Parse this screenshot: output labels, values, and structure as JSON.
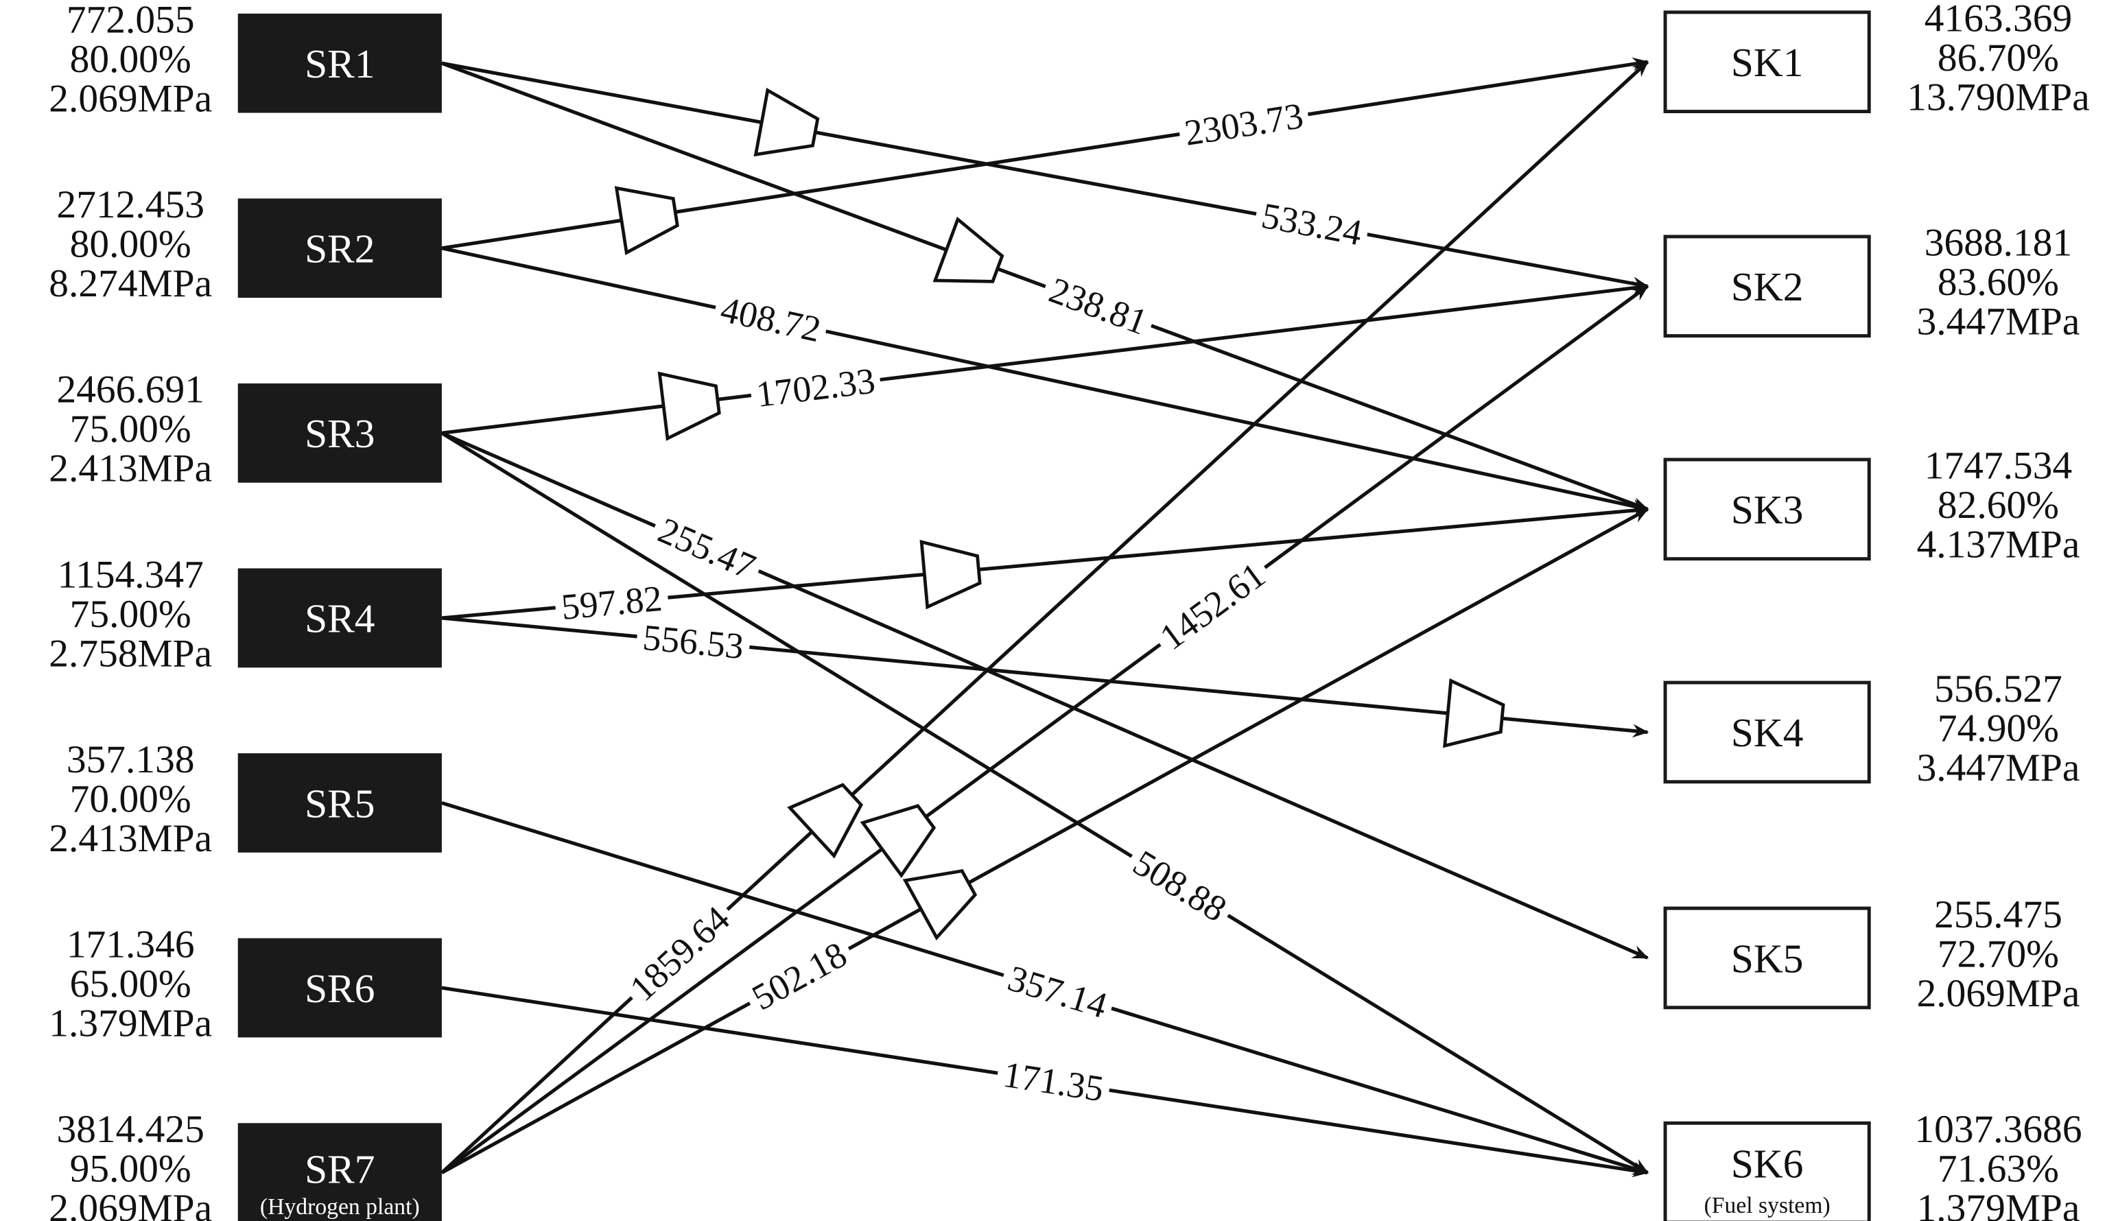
{
  "sources": [
    {
      "id": "SR1",
      "flow": "772.055",
      "purity": "80.00%",
      "pressure": "2.069MPa"
    },
    {
      "id": "SR2",
      "flow": "2712.453",
      "purity": "80.00%",
      "pressure": "8.274MPa"
    },
    {
      "id": "SR3",
      "flow": "2466.691",
      "purity": "75.00%",
      "pressure": "2.413MPa"
    },
    {
      "id": "SR4",
      "flow": "1154.347",
      "purity": "75.00%",
      "pressure": "2.758MPa"
    },
    {
      "id": "SR5",
      "flow": "357.138",
      "purity": "70.00%",
      "pressure": "2.413MPa"
    },
    {
      "id": "SR6",
      "flow": "171.346",
      "purity": "65.00%",
      "pressure": "1.379MPa"
    },
    {
      "id": "SR7",
      "sub": "(Hydrogen plant)",
      "flow": "3814.425",
      "purity": "95.00%",
      "pressure": "2.069MPa"
    }
  ],
  "sinks": [
    {
      "id": "SK1",
      "flow": "4163.369",
      "purity": "86.70%",
      "pressure": "13.790MPa"
    },
    {
      "id": "SK2",
      "flow": "3688.181",
      "purity": "83.60%",
      "pressure": "3.447MPa"
    },
    {
      "id": "SK3",
      "flow": "1747.534",
      "purity": "82.60%",
      "pressure": "4.137MPa"
    },
    {
      "id": "SK4",
      "flow": "556.527",
      "purity": "74.90%",
      "pressure": "3.447MPa"
    },
    {
      "id": "SK5",
      "flow": "255.475",
      "purity": "72.70%",
      "pressure": "2.069MPa"
    },
    {
      "id": "SK6",
      "sub": "(Fuel system)",
      "flow": "1037.3686",
      "purity": "71.63%",
      "pressure": "1.379MPa"
    }
  ],
  "edges": [
    {
      "from": "SR1",
      "to": "SK2",
      "value": "533.24",
      "valve": true
    },
    {
      "from": "SR1",
      "to": "SK3",
      "value": "238.81",
      "valve": true
    },
    {
      "from": "SR2",
      "to": "SK1",
      "value": "2303.73",
      "valve": true
    },
    {
      "from": "SR2",
      "to": "SK3",
      "value": "408.72",
      "valve": false
    },
    {
      "from": "SR3",
      "to": "SK2",
      "value": "1702.33",
      "valve": true
    },
    {
      "from": "SR3",
      "to": "SK5",
      "value": "255.47",
      "valve": false
    },
    {
      "from": "SR3",
      "to": "SK6",
      "value": "508.88",
      "valve": false
    },
    {
      "from": "SR4",
      "to": "SK3",
      "value": "597.82",
      "valve": true
    },
    {
      "from": "SR4",
      "to": "SK4",
      "value": "556.53",
      "valve": true
    },
    {
      "from": "SR5",
      "to": "SK6",
      "value": "357.14",
      "valve": false
    },
    {
      "from": "SR6",
      "to": "SK6",
      "value": "171.35",
      "valve": false
    },
    {
      "from": "SR7",
      "to": "SK1",
      "value": "1859.64",
      "valve": true
    },
    {
      "from": "SR7",
      "to": "SK2",
      "value": "1452.61",
      "valve": true
    },
    {
      "from": "SR7",
      "to": "SK3",
      "value": "502.18",
      "valve": true
    }
  ],
  "colors": {
    "source_fill": "#1a1a1a",
    "line": "#111111",
    "background": "#ffffff"
  }
}
